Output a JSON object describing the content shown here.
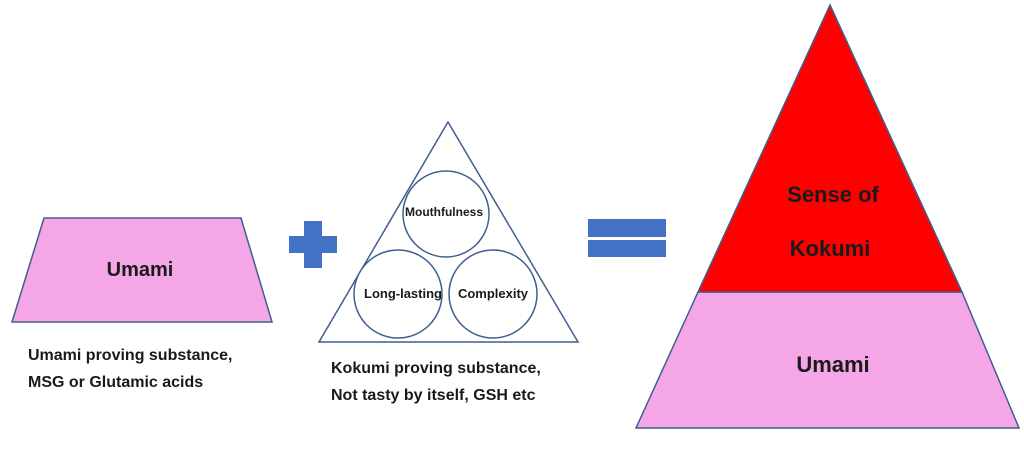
{
  "umami_block": {
    "label": "Umami",
    "fill": "#f4a6e6",
    "caption_line1": "Umami proving substance,",
    "caption_line2": "MSG or Glutamic acids"
  },
  "plus_sign": {
    "color": "#4472c4"
  },
  "kokumi_triangle": {
    "circle_top": "Mouthfulness",
    "circle_left": "Long-lasting",
    "circle_right": "Complexity",
    "stroke": "#3f5f8f",
    "caption_line1": "Kokumi proving substance,",
    "caption_line2": "Not tasty by itself, GSH etc"
  },
  "equals_sign": {
    "color": "#4472c4"
  },
  "result_pyramid": {
    "top_line1": "Sense of",
    "top_line2": "Kokumi",
    "top_fill": "#ff0000",
    "bottom_label": "Umami",
    "bottom_fill": "#f4a6e6"
  }
}
